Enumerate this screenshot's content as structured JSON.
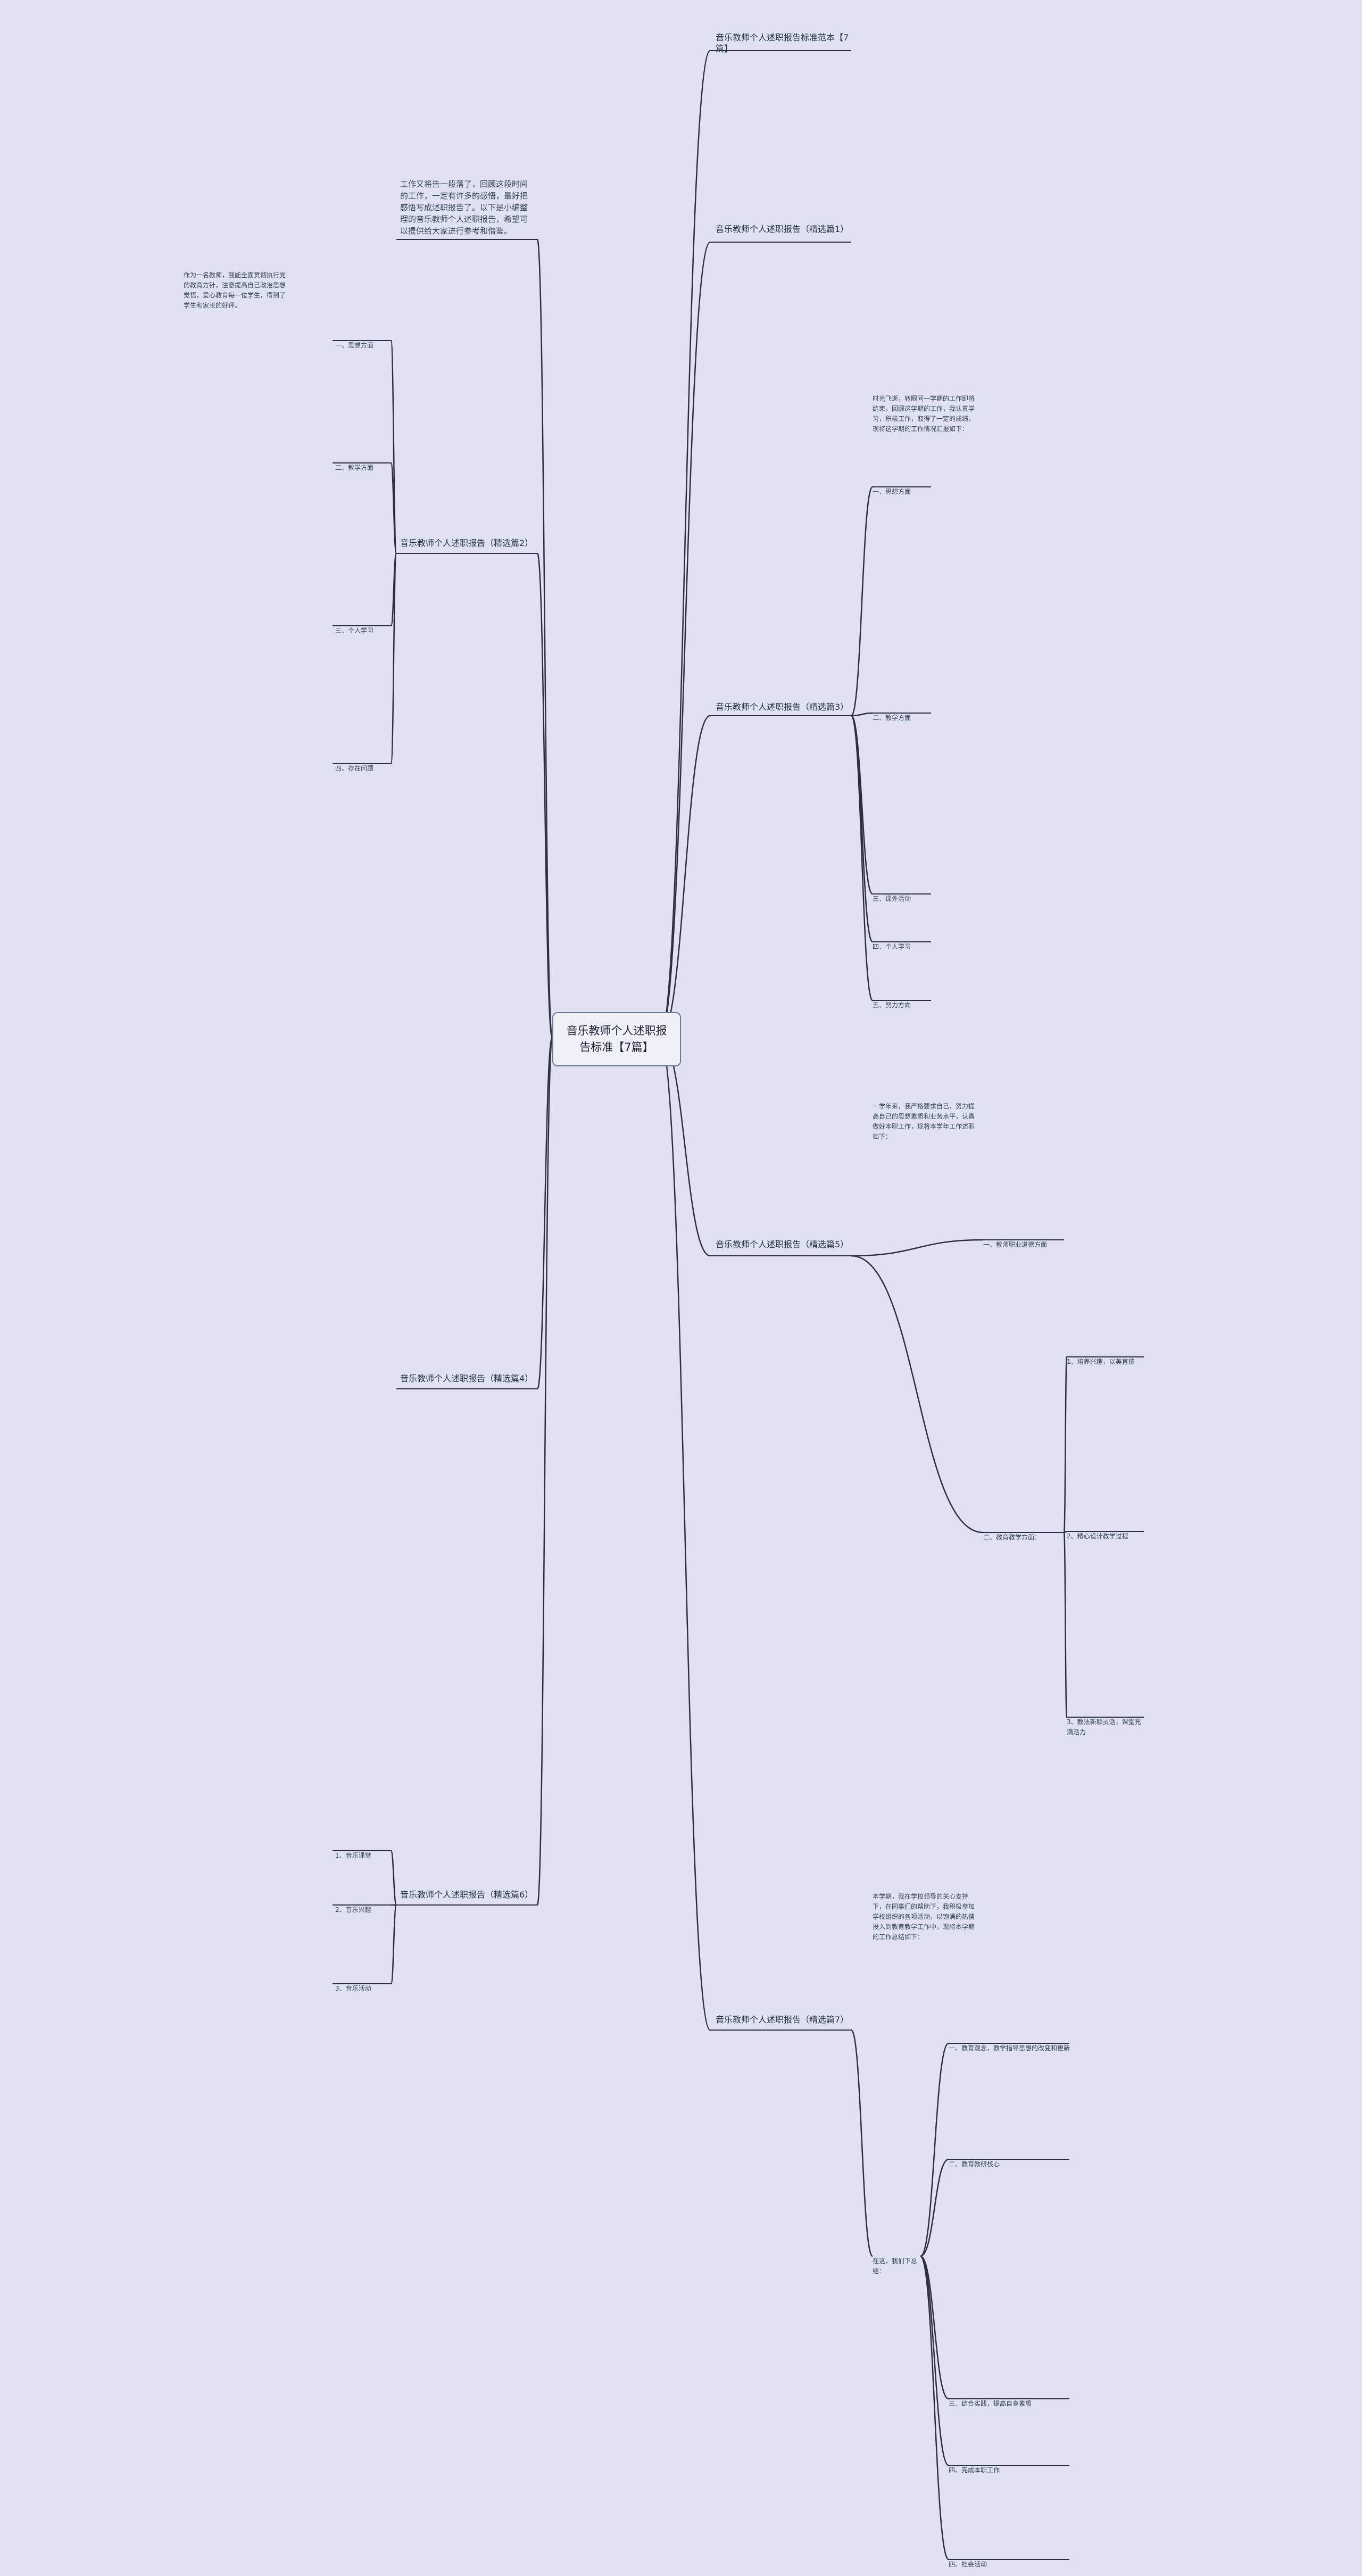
{
  "root": "音乐教师个人述职报告标准【7篇】",
  "branches": [
    "音乐教师个人述职报告标准范本【7篇】",
    "音乐教师个人述职报告（精选篇1）",
    "音乐教师个人述职报告（精选篇2）",
    "音乐教师个人述职报告（精选篇3）",
    "音乐教师个人述职报告（精选篇4）",
    "音乐教师个人述职报告（精选篇5）",
    "音乐教师个人述职报告（精选篇6）",
    "音乐教师个人述职报告（精选篇7）"
  ],
  "sub": {
    "b2_intro": "作为一名教师，我能全面贯彻执行党的教育方针，注意提高自己政治思想觉悟，爱心教育每一位学生，得到了学生和家长的好评。",
    "b2_1": "一、思想方面",
    "b2_2": "二、教学方面",
    "b2_3": "三、个人学习",
    "b2_4": "四、存在问题",
    "b3_1": "一、思想方面",
    "b3_2": "二、教学方面",
    "b3_3": "三、课外活动",
    "b3_4": "四、个人学习",
    "b3_5": "五、努力方向",
    "b5_1": "一、教师职业道德方面",
    "b5_2": "二、教育教学方面：",
    "b5_2_1": "1、培养兴趣，以美育德",
    "b5_2_2": "2、精心设计教学过程",
    "b5_2_3": "3、教法新颖灵活，课堂充满活力",
    "b6_1": "1、音乐课堂",
    "b6_2": "2、音乐兴趣",
    "b6_3": "3、音乐活动",
    "b7_1": "一、教育观念，教学指导思想的改变和更新",
    "b7_2": "二、教育教研核心",
    "b7_3": "三、结合实践，提高自身素质",
    "b7_4": "四、完成本职工作",
    "b7_5": "四、社会活动",
    "b7_lead": "在这，我们下总结："
  },
  "texts": {
    "intro": "工作又将告一段落了，回顾这段时间的工作，一定有许多的感悟，最好把感悟写成述职报告了。以下是小编整理的音乐教师个人述职报告，希望可以提供给大家进行参考和借鉴。",
    "b5_intro": "一学年来，我严格要求自己，努力提高自己的思想素质和业务水平，认真做好本职工作，现将本学年工作述职如下：",
    "b7_intro": "本学期，我在学校领导的关心支持下，在同事们的帮助下，我积极参加学校组织的各项活动，以饱满的热情投入到教育教学工作中，现将本学期的工作总结如下：",
    "b3_intro": "时光飞逝，转眼间一学期的工作即将结束，回顾这学期的工作，我认真学习，积极工作，取得了一定的成绩，现将这学期的工作情况汇报如下："
  }
}
